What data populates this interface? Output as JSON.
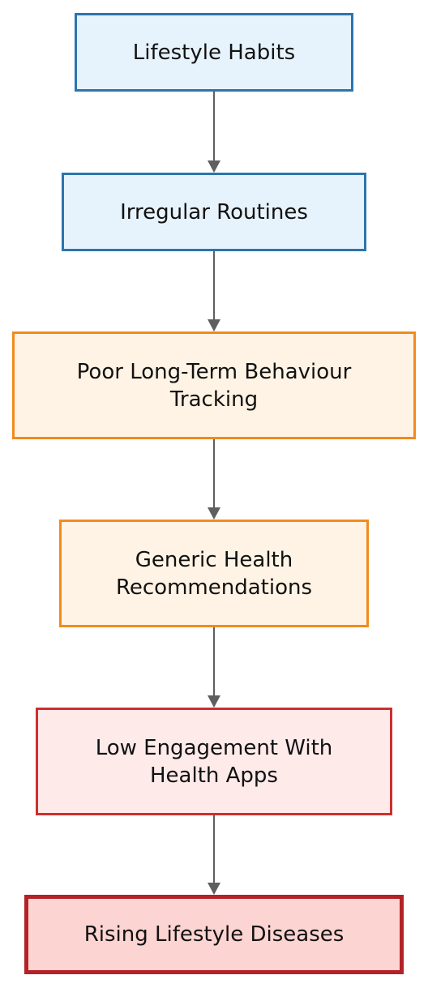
{
  "diagram": {
    "nodes": [
      {
        "id": "n1",
        "label": "Lifestyle Habits",
        "fill": "#e6f3fc",
        "stroke": "#2b75ad"
      },
      {
        "id": "n2",
        "label": "Irregular Routines",
        "fill": "#e6f3fc",
        "stroke": "#2b75ad"
      },
      {
        "id": "n3",
        "label": "Poor Long-Term Behaviour\nTracking",
        "fill": "#fef3e4",
        "stroke": "#f28a1e"
      },
      {
        "id": "n4",
        "label": "Generic Health\nRecommendations",
        "fill": "#fef3e4",
        "stroke": "#f28a1e"
      },
      {
        "id": "n5",
        "label": "Low Engagement With\nHealth Apps",
        "fill": "#ffeaea",
        "stroke": "#cf2e2e"
      },
      {
        "id": "n6",
        "label": "Rising Lifestyle Diseases",
        "fill": "#fcd4d2",
        "stroke": "#b32227"
      }
    ],
    "edges": [
      {
        "from": "n1",
        "to": "n2"
      },
      {
        "from": "n2",
        "to": "n3"
      },
      {
        "from": "n3",
        "to": "n4"
      },
      {
        "from": "n4",
        "to": "n5"
      },
      {
        "from": "n5",
        "to": "n6"
      }
    ]
  }
}
